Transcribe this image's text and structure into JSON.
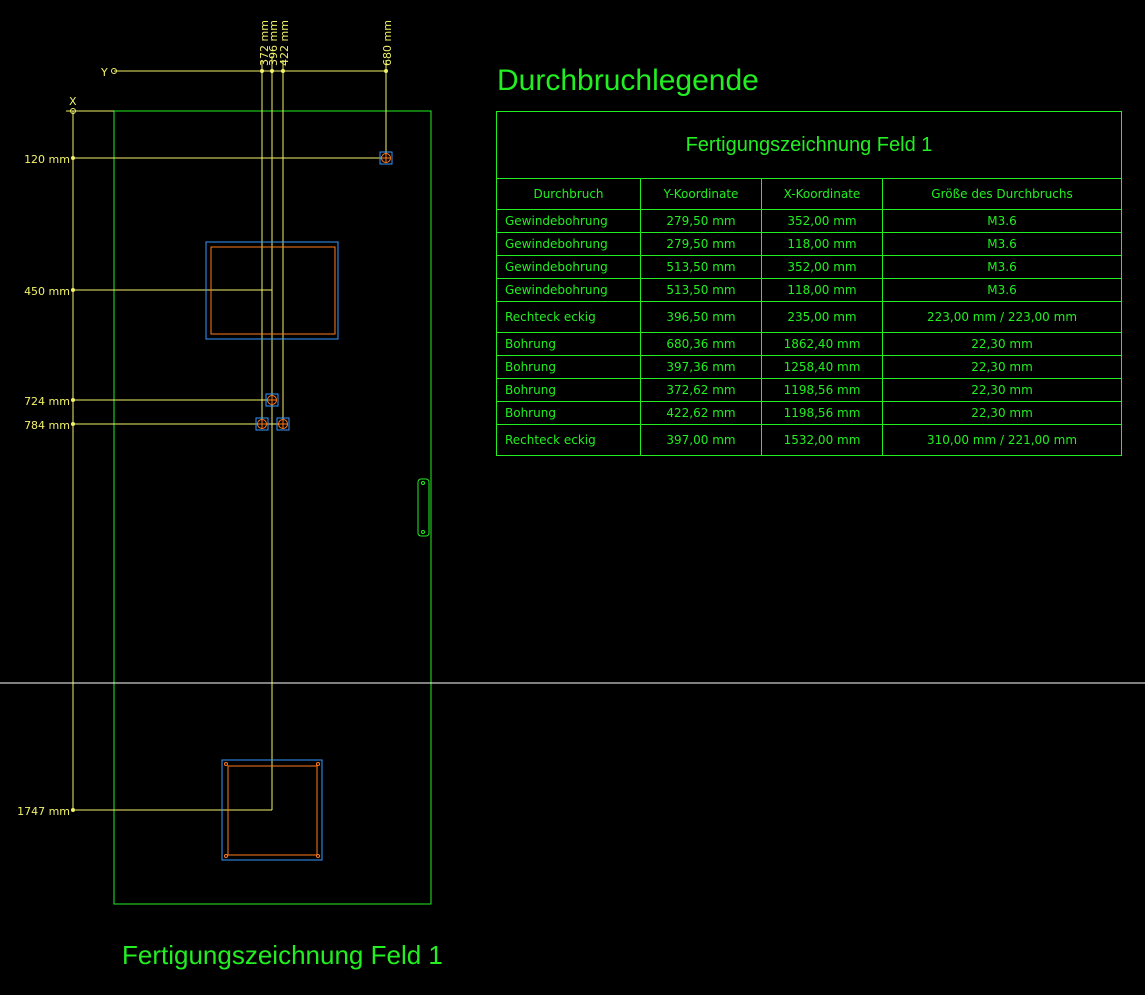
{
  "legend": {
    "heading": "Durchbruchlegende",
    "caption": "Fertigungszeichnung Feld 1",
    "columns": [
      "Durchbruch",
      "Y-Koordinate",
      "X-Koordinate",
      "Größe des Durchbruchs"
    ],
    "rows": [
      {
        "type": "Gewindebohrung",
        "y": "279,50 mm",
        "x": "352,00 mm",
        "size": "M3.6"
      },
      {
        "type": "Gewindebohrung",
        "y": "279,50 mm",
        "x": "118,00 mm",
        "size": "M3.6"
      },
      {
        "type": "Gewindebohrung",
        "y": "513,50 mm",
        "x": "352,00 mm",
        "size": "M3.6"
      },
      {
        "type": "Gewindebohrung",
        "y": "513,50 mm",
        "x": "118,00 mm",
        "size": "M3.6"
      },
      {
        "type": "Rechteck eckig",
        "y": "396,50 mm",
        "x": "235,00 mm",
        "size": "223,00 mm / 223,00 mm"
      },
      {
        "type": "Bohrung",
        "y": "680,36 mm",
        "x": "1862,40 mm",
        "size": "22,30 mm"
      },
      {
        "type": "Bohrung",
        "y": "397,36 mm",
        "x": "1258,40 mm",
        "size": "22,30 mm"
      },
      {
        "type": "Bohrung",
        "y": "372,62 mm",
        "x": "1198,56 mm",
        "size": "22,30 mm"
      },
      {
        "type": "Bohrung",
        "y": "422,62 mm",
        "x": "1198,56 mm",
        "size": "22,30 mm"
      },
      {
        "type": "Rechteck eckig",
        "y": "397,00 mm",
        "x": "1532,00 mm",
        "size": "310,00 mm / 221,00 mm"
      }
    ]
  },
  "drawing": {
    "title": "Fertigungszeichnung Feld 1",
    "axis_y_label": "Y",
    "axis_x_label": "X",
    "top_dims": [
      "372 mm",
      "396 mm",
      "422 mm",
      "680 mm"
    ],
    "left_dims": [
      "120 mm",
      "450 mm",
      "724 mm",
      "784 mm",
      "1747 mm"
    ],
    "colors": {
      "panel": "#22ee22",
      "dimension": "#f2f26a",
      "cutout_outer": "#3399ff",
      "cutout_inner": "#ff7a1a",
      "section_line": "#ffffff"
    }
  }
}
